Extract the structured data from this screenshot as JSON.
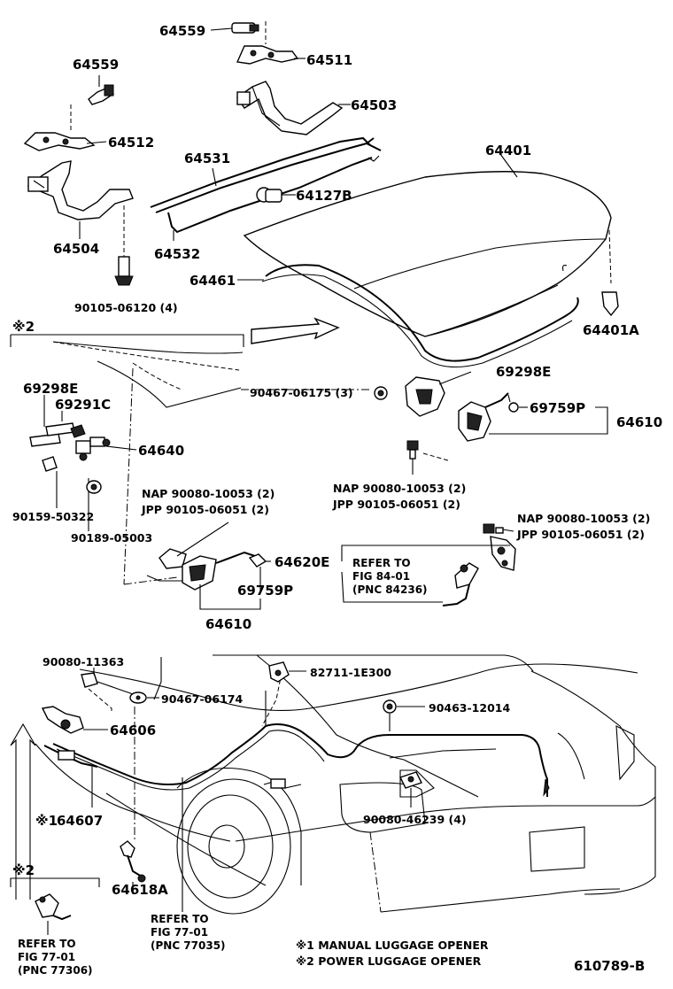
{
  "labels": {
    "p64559a": "64559",
    "p64511": "64511",
    "p64503": "64503",
    "p64559b": "64559",
    "p64512": "64512",
    "p64531": "64531",
    "p64401": "64401",
    "p64127b": "64127B",
    "p64504": "64504",
    "p64532": "64532",
    "p64461": "64461",
    "p90105_06120": "90105-06120 (4)",
    "p64401a": "64401A",
    "mark2_top": "※2",
    "p69298e_right": "69298E",
    "p69298e_left": "69298E",
    "p90467_06175": "90467-06175 (3)",
    "p69291c": "69291C",
    "p69759p_right": "69759P",
    "p64610_right": "64610",
    "p64640": "64640",
    "nap_mid_right": "NAP 90080-10053 (2)",
    "jpp_mid_right": "JPP 90105-06051 (2)",
    "nap_mid_left": "NAP 90080-10053 (2)",
    "jpp_mid_left": "JPP 90105-06051 (2)",
    "p90159_50322": "90159-50322",
    "p90189_05003": "90189-05003",
    "nap_right": "NAP 90080-10053 (2)",
    "jpp_right": "JPP 90105-06051 (2)",
    "p64620e": "64620E",
    "ref_84_1": "REFER TO",
    "ref_84_2": "FIG 84-01",
    "ref_84_3": "(PNC 84236)",
    "p69759p_low": "69759P",
    "p64610_low": "64610",
    "p90080_11363": "90080-11363",
    "p82711": "82711-1E300",
    "p90467_06174": "90467-06174",
    "p90463_12014": "90463-12014",
    "p64606": "64606",
    "mark1_label": "※1",
    "p64607": "64607",
    "p90080_46239": "90080-46239 (4)",
    "mark2_bottom": "※2",
    "p64618a": "64618A",
    "ref_77_mid_1": "REFER TO",
    "ref_77_mid_2": "FIG 77-01",
    "ref_77_mid_3": "(PNC 77035)",
    "ref_77_left_1": "REFER TO",
    "ref_77_left_2": "FIG 77-01",
    "ref_77_left_3": "(PNC 77306)",
    "legend1": "※1  MANUAL LUGGAGE OPENER",
    "legend2": "※2  POWER LUGGAGE OPENER",
    "figure_id": "610789-B"
  }
}
